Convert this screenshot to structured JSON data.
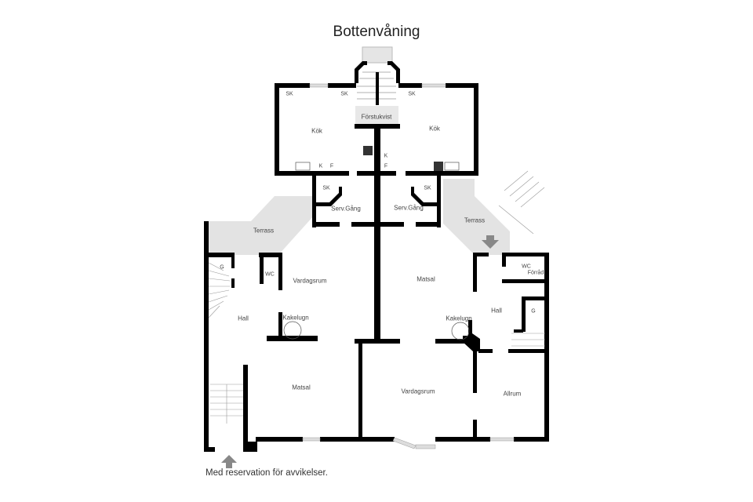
{
  "title": "Bottenvåning",
  "disclaimer": "Med reservation för avvikelser.",
  "colors": {
    "wall": "#000000",
    "terrace": "#e3e3e3",
    "stair": "#eeeeee",
    "arrow": "#888888",
    "window": "#cccccc"
  },
  "rooms": {
    "forstukvist": "Förstukvist",
    "kok_left": "Kök",
    "kok_right": "Kök",
    "sk_1": "SK",
    "sk_2": "SK",
    "sk_3": "SK",
    "sk_4": "SK",
    "sk_5": "SK",
    "k_left": "K",
    "f_left": "F",
    "k_mid": "K",
    "f_mid": "F",
    "serv_left": "Serv.Gång",
    "serv_right": "Serv.Gång",
    "terrass_left": "Terrass",
    "terrass_right": "Terrass",
    "wc_left": "WC",
    "wc_right": "WC",
    "forrad": "Förråd",
    "g_left": "G",
    "g_right": "G",
    "hall_left": "Hall",
    "hall_right": "Hall",
    "vardagsrum_top": "Vardagsrum",
    "vardagsrum_bottom": "Vardagsrum",
    "matsal_top": "Matsal",
    "matsal_bottom": "Matsal",
    "kakelugn_left": "Kakelugn",
    "kakelugn_right": "Kakelugn",
    "allrum": "Allrum"
  },
  "icons": {
    "entrance_left": "arrow-up-icon",
    "entrance_right": "arrow-down-icon"
  }
}
